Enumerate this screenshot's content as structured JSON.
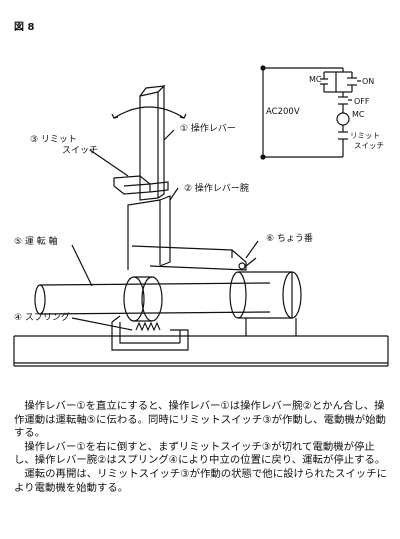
{
  "figure": {
    "label": "図 8"
  },
  "diagram": {
    "labels": {
      "lever": "① 操作レバー",
      "lever_arm": "② 操作レバー腕",
      "limit_switch_line1": "③ リミット",
      "limit_switch_line2": "スイッチ",
      "shaft": "⑤ 運 転 軸",
      "hinge": "⑥ ちょう番",
      "spring": "④ スプリング"
    },
    "circuit": {
      "supply": "AC200V",
      "mc_contact": "MC",
      "on": "ON",
      "off": "OFF",
      "coil": "MC",
      "limit_line1": "リミット",
      "limit_line2": "スイッチ"
    }
  },
  "caption": {
    "paragraphs": [
      "操作レバー①を直立にすると、操作レバー①は操作レバー腕②とかん合し、操作運動は運転軸⑤に伝わる。同時にリミットスイッチ③が作動し、電動機が始動する。",
      "操作レバー①を右に倒すと、まずリミットスイッチ③が切れて電動機が停止し、操作レバー腕②はスプリング④により中立の位置に戻り、運転が停止する。",
      "運転の再開は、リミットスイッチ③が作動の状態で他に設けられたスイッチにより電動機を始動する。"
    ]
  }
}
